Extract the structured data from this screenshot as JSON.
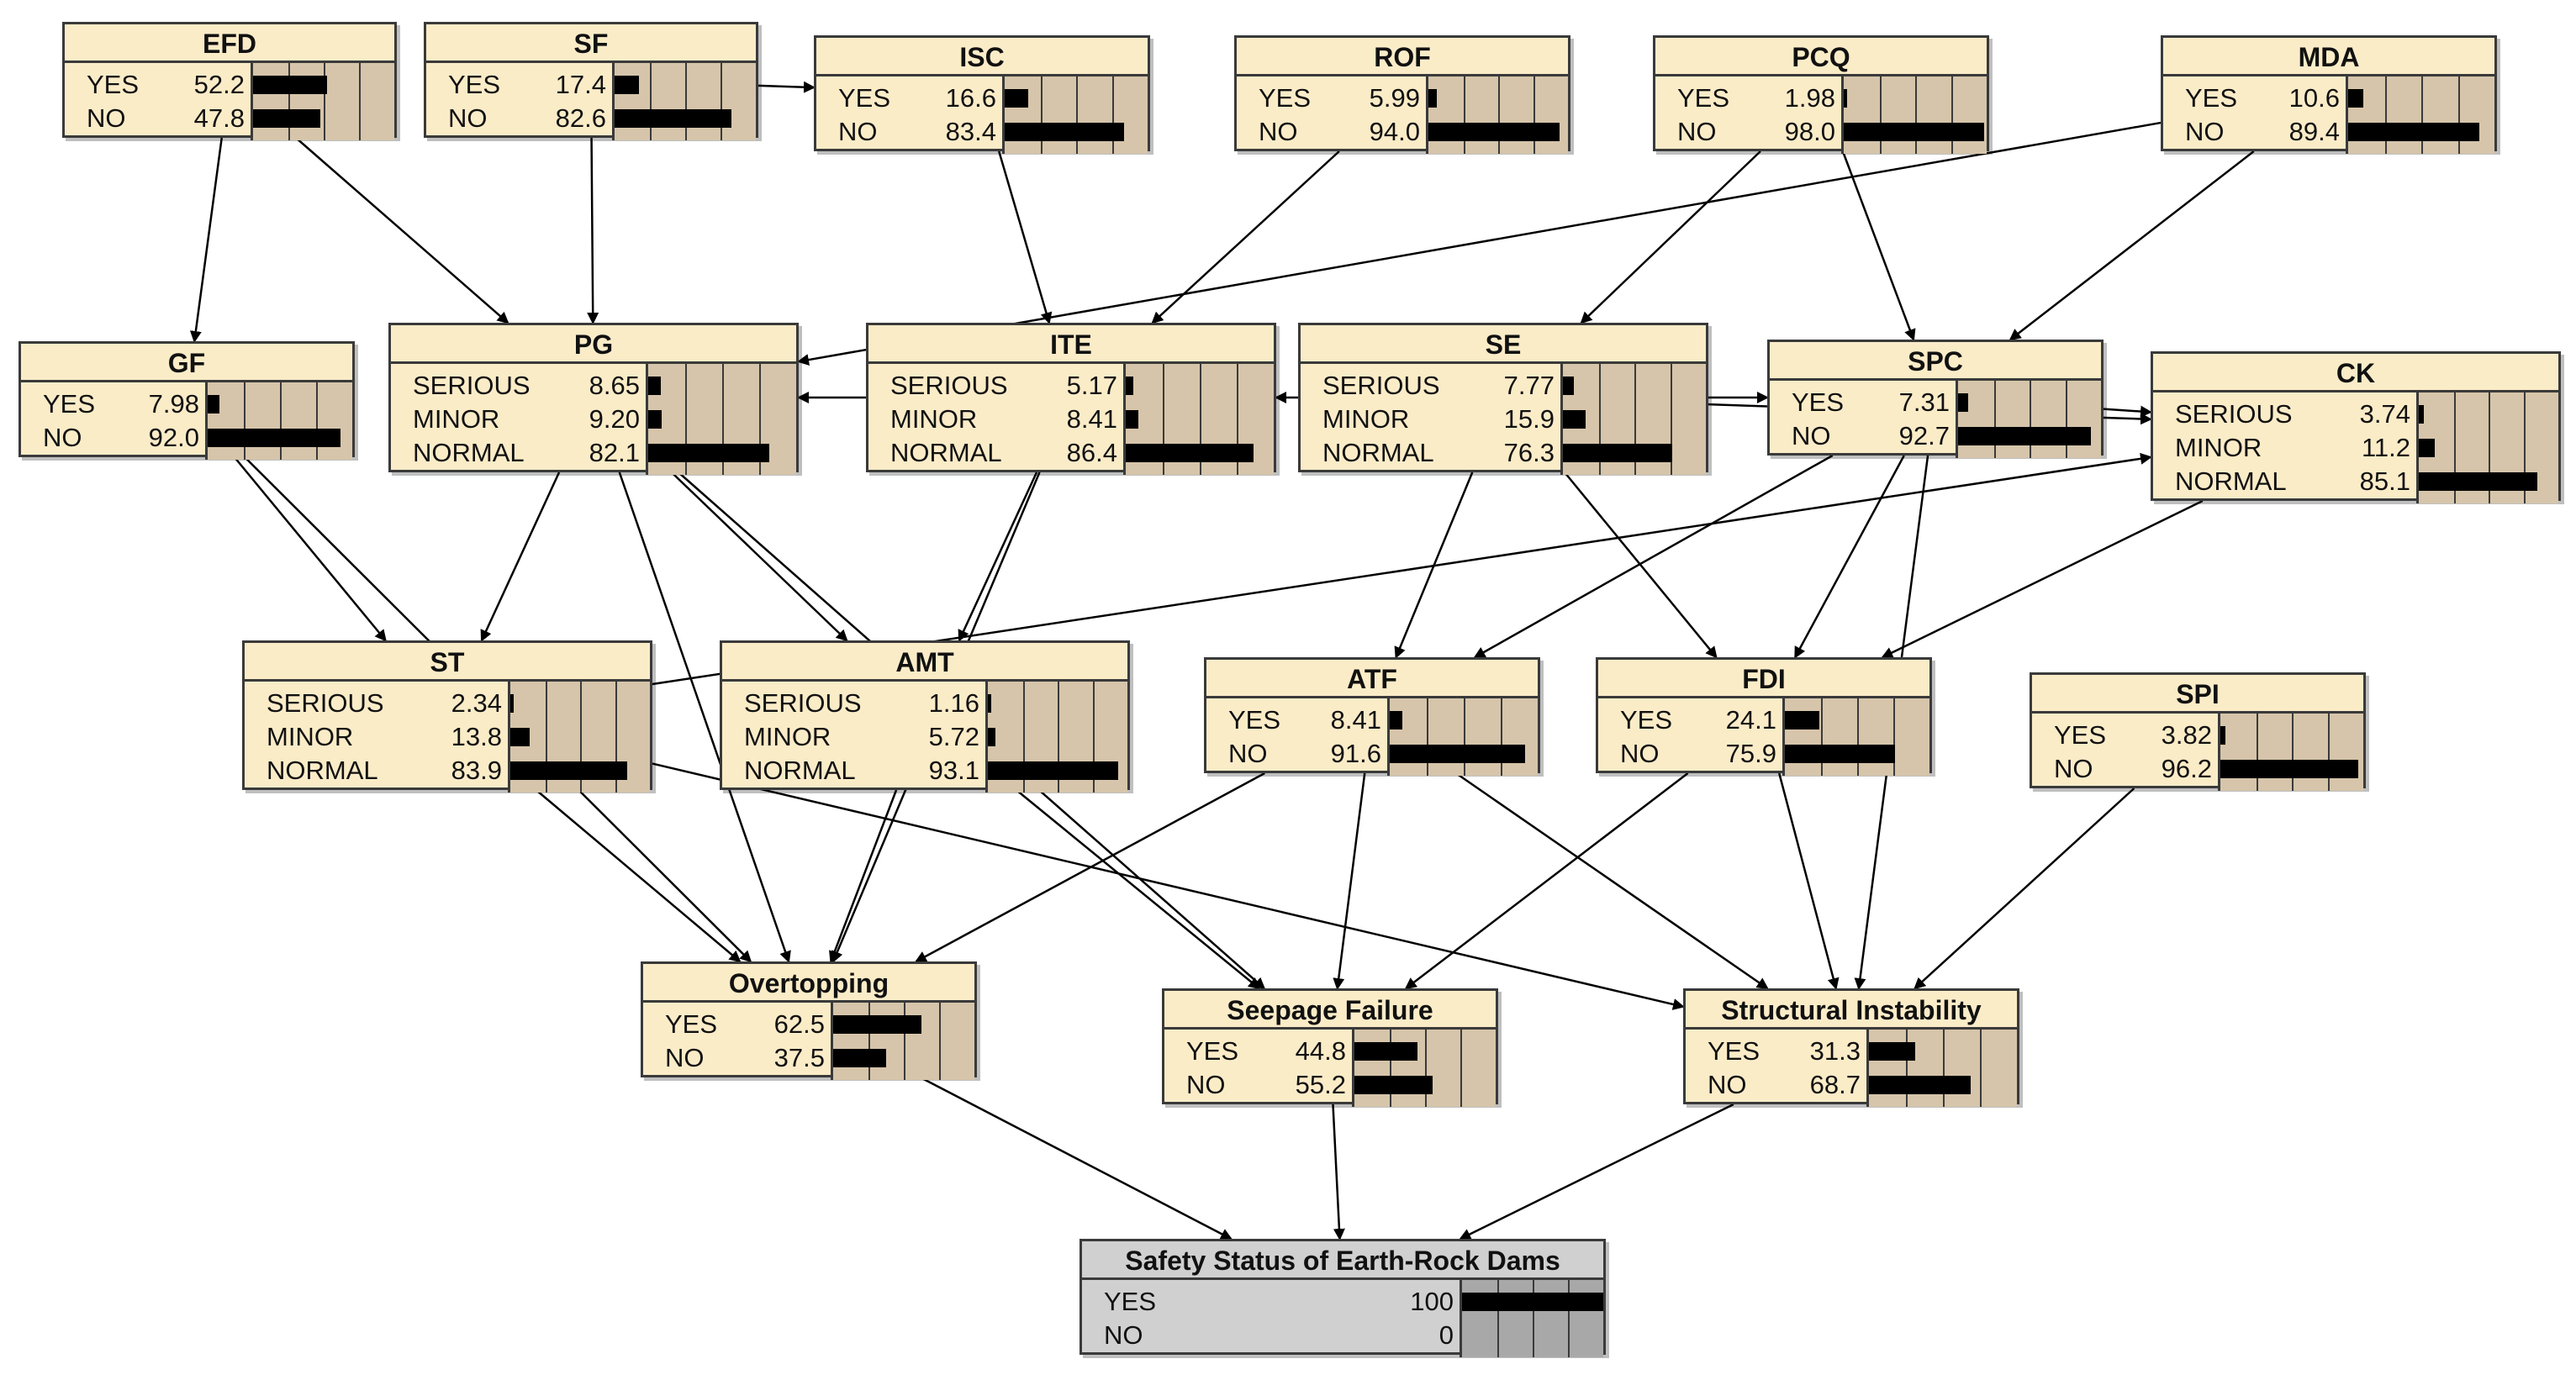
{
  "nodes": [
    {
      "id": "EFD",
      "title": "EFD",
      "states": [
        {
          "label": "YES",
          "value": "52.2"
        },
        {
          "label": "NO",
          "value": "47.8"
        }
      ]
    },
    {
      "id": "SF",
      "title": "SF",
      "states": [
        {
          "label": "YES",
          "value": "17.4"
        },
        {
          "label": "NO",
          "value": "82.6"
        }
      ]
    },
    {
      "id": "ISC",
      "title": "ISC",
      "states": [
        {
          "label": "YES",
          "value": "16.6"
        },
        {
          "label": "NO",
          "value": "83.4"
        }
      ]
    },
    {
      "id": "ROF",
      "title": "ROF",
      "states": [
        {
          "label": "YES",
          "value": "5.99"
        },
        {
          "label": "NO",
          "value": "94.0"
        }
      ]
    },
    {
      "id": "PCQ",
      "title": "PCQ",
      "states": [
        {
          "label": "YES",
          "value": "1.98"
        },
        {
          "label": "NO",
          "value": "98.0"
        }
      ]
    },
    {
      "id": "MDA",
      "title": "MDA",
      "states": [
        {
          "label": "YES",
          "value": "10.6"
        },
        {
          "label": "NO",
          "value": "89.4"
        }
      ]
    },
    {
      "id": "GF",
      "title": "GF",
      "states": [
        {
          "label": "YES",
          "value": "7.98"
        },
        {
          "label": "NO",
          "value": "92.0"
        }
      ]
    },
    {
      "id": "PG",
      "title": "PG",
      "states": [
        {
          "label": "SERIOUS",
          "value": "8.65"
        },
        {
          "label": "MINOR",
          "value": "9.20"
        },
        {
          "label": "NORMAL",
          "value": "82.1"
        }
      ]
    },
    {
      "id": "ITE",
      "title": "ITE",
      "states": [
        {
          "label": "SERIOUS",
          "value": "5.17"
        },
        {
          "label": "MINOR",
          "value": "8.41"
        },
        {
          "label": "NORMAL",
          "value": "86.4"
        }
      ]
    },
    {
      "id": "SE",
      "title": "SE",
      "states": [
        {
          "label": "SERIOUS",
          "value": "7.77"
        },
        {
          "label": "MINOR",
          "value": "15.9"
        },
        {
          "label": "NORMAL",
          "value": "76.3"
        }
      ]
    },
    {
      "id": "SPC",
      "title": "SPC",
      "states": [
        {
          "label": "YES",
          "value": "7.31"
        },
        {
          "label": "NO",
          "value": "92.7"
        }
      ]
    },
    {
      "id": "CK",
      "title": "CK",
      "states": [
        {
          "label": "SERIOUS",
          "value": "3.74"
        },
        {
          "label": "MINOR",
          "value": "11.2"
        },
        {
          "label": "NORMAL",
          "value": "85.1"
        }
      ]
    },
    {
      "id": "ST",
      "title": "ST",
      "states": [
        {
          "label": "SERIOUS",
          "value": "2.34"
        },
        {
          "label": "MINOR",
          "value": "13.8"
        },
        {
          "label": "NORMAL",
          "value": "83.9"
        }
      ]
    },
    {
      "id": "AMT",
      "title": "AMT",
      "states": [
        {
          "label": "SERIOUS",
          "value": "1.16"
        },
        {
          "label": "MINOR",
          "value": "5.72"
        },
        {
          "label": "NORMAL",
          "value": "93.1"
        }
      ]
    },
    {
      "id": "ATF",
      "title": "ATF",
      "states": [
        {
          "label": "YES",
          "value": "8.41"
        },
        {
          "label": "NO",
          "value": "91.6"
        }
      ]
    },
    {
      "id": "FDI",
      "title": "FDI",
      "states": [
        {
          "label": "YES",
          "value": "24.1"
        },
        {
          "label": "NO",
          "value": "75.9"
        }
      ]
    },
    {
      "id": "SPI",
      "title": "SPI",
      "states": [
        {
          "label": "YES",
          "value": "3.82"
        },
        {
          "label": "NO",
          "value": "96.2"
        }
      ]
    },
    {
      "id": "OVT",
      "title": "Overtopping",
      "states": [
        {
          "label": "YES",
          "value": "62.5"
        },
        {
          "label": "NO",
          "value": "37.5"
        }
      ]
    },
    {
      "id": "SEEP",
      "title": "Seepage Failure",
      "states": [
        {
          "label": "YES",
          "value": "44.8"
        },
        {
          "label": "NO",
          "value": "55.2"
        }
      ]
    },
    {
      "id": "STRI",
      "title": "Structural Instability",
      "states": [
        {
          "label": "YES",
          "value": "31.3"
        },
        {
          "label": "NO",
          "value": "68.7"
        }
      ]
    },
    {
      "id": "SAFE",
      "title": "Safety Status of Earth-Rock Dams",
      "states": [
        {
          "label": "YES",
          "value": "100"
        },
        {
          "label": "NO",
          "value": "0"
        }
      ]
    }
  ],
  "edges": [
    [
      "EFD",
      "PG"
    ],
    [
      "EFD",
      "GF"
    ],
    [
      "SF",
      "PG"
    ],
    [
      "SF",
      "ISC"
    ],
    [
      "ISC",
      "ITE"
    ],
    [
      "ROF",
      "ITE"
    ],
    [
      "PCQ",
      "SPC"
    ],
    [
      "PCQ",
      "SE"
    ],
    [
      "MDA",
      "PG"
    ],
    [
      "MDA",
      "SPC"
    ],
    [
      "ITE",
      "PG"
    ],
    [
      "SE",
      "SPC"
    ],
    [
      "SE",
      "ITE"
    ],
    [
      "SPC",
      "CK"
    ],
    [
      "SE",
      "CK"
    ],
    [
      "GF",
      "ST"
    ],
    [
      "PG",
      "ST"
    ],
    [
      "PG",
      "AMT"
    ],
    [
      "ITE",
      "AMT"
    ],
    [
      "ST",
      "CK"
    ],
    [
      "SE",
      "ATF"
    ],
    [
      "SE",
      "FDI"
    ],
    [
      "SPC",
      "ATF"
    ],
    [
      "SPC",
      "FDI"
    ],
    [
      "SPC",
      "STRI"
    ],
    [
      "CK",
      "FDI"
    ],
    [
      "GF",
      "OVT"
    ],
    [
      "PG",
      "OVT"
    ],
    [
      "ITE",
      "OVT"
    ],
    [
      "ST",
      "OVT"
    ],
    [
      "AMT",
      "OVT"
    ],
    [
      "ATF",
      "OVT"
    ],
    [
      "AMT",
      "SEEP"
    ],
    [
      "ATF",
      "SEEP"
    ],
    [
      "FDI",
      "SEEP"
    ],
    [
      "PG",
      "SEEP"
    ],
    [
      "ST",
      "STRI"
    ],
    [
      "ATF",
      "STRI"
    ],
    [
      "FDI",
      "STRI"
    ],
    [
      "SPI",
      "STRI"
    ],
    [
      "OVT",
      "SAFE"
    ],
    [
      "SEEP",
      "SAFE"
    ],
    [
      "STRI",
      "SAFE"
    ]
  ]
}
